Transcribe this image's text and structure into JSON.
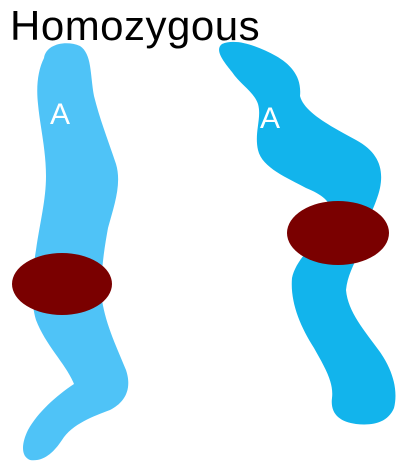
{
  "title": "Homozygous",
  "chromosomes": [
    {
      "allele": "A",
      "color": "#4fc3f7"
    },
    {
      "allele": "A",
      "color": "#12b4ec"
    }
  ],
  "centromere_color": "#7a0000"
}
